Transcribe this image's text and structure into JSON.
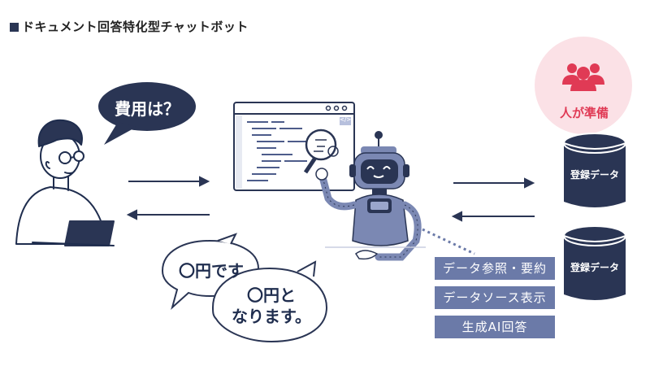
{
  "title": "ドキュメント回答特化型チャットボット",
  "user_question": "費用は？",
  "answer_1": "〇円です",
  "answer_2_line1": "〇円と",
  "answer_2_line2": "なります。",
  "people_label": "人が準備",
  "db_labels": [
    "登録データ",
    "登録データ"
  ],
  "features": [
    "データ参照・要約",
    "データソース表示",
    "生成AI回答"
  ],
  "code_tag": "</>",
  "colors": {
    "navy": "#2a3554",
    "feature_bg": "#6b7aa8",
    "robot": "#7b88b3",
    "pink_bg": "#fbe1e6",
    "pink_fg": "#e03a55"
  },
  "icons": [
    "person-laptop-icon",
    "browser-code-icon",
    "robot-icon",
    "database-icon",
    "people-icon",
    "arrow-icon"
  ]
}
